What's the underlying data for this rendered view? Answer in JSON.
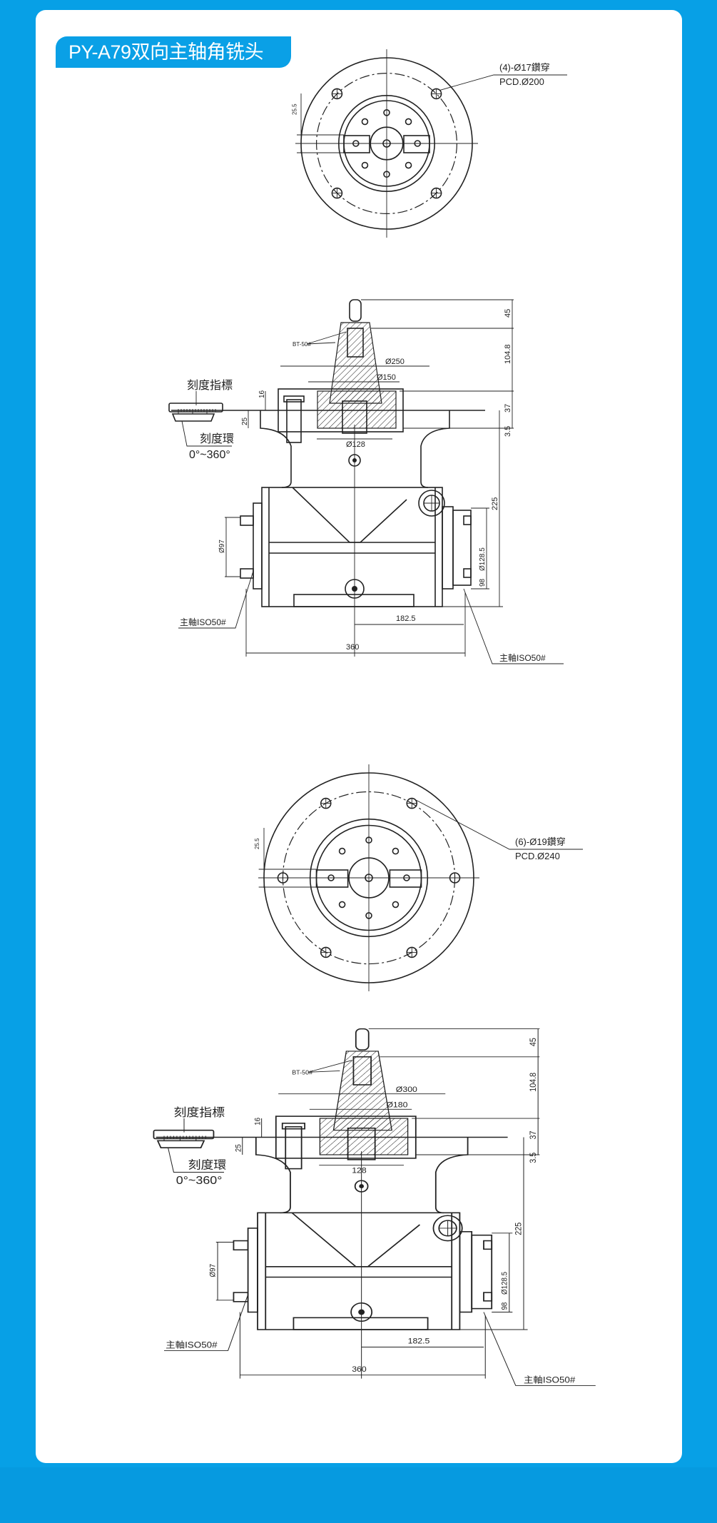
{
  "title": "PY-A79双向主轴角铣头",
  "colors": {
    "background": "#07a0e6",
    "card": "#ffffff",
    "badge": "#0aa0e6"
  },
  "plan_view_1": {
    "hole_note": "(4)-Ø17鑽穿",
    "pcd": "PCD.Ø200",
    "offset": "25.5"
  },
  "plan_view_2": {
    "hole_note": "(6)-Ø19鑽穿",
    "pcd": "PCD.Ø240",
    "offset": "25.5"
  },
  "side_view_1": {
    "holder": "BT-50#",
    "d_flange": "Ø250",
    "d_pilot": "Ø150",
    "d_bore": "Ø128",
    "h_stud": "45",
    "h_holder": "104.8",
    "h_flange": "37",
    "h_gap": "3.5",
    "h_body": "225",
    "d_spindle": "Ø128.5",
    "h_spindle": "98",
    "d_left": "Ø97",
    "w_half": "182.5",
    "w_total": "360",
    "dim16": "16",
    "dim25": "25",
    "scale_pointer": "刻度指標",
    "scale_ring": "刻度環",
    "scale_range": "0°~360°",
    "spindle_left": "主軸ISO50#",
    "spindle_right": "主軸ISO50#"
  },
  "side_view_2": {
    "holder": "BT-50#",
    "d_flange": "Ø300",
    "d_pilot": "Ø180",
    "d_bore": "128",
    "h_stud": "45",
    "h_holder": "104.8",
    "h_flange": "37",
    "h_gap": "3.5",
    "h_body": "225",
    "d_spindle": "Ø128.5",
    "h_spindle": "98",
    "d_left": "Ø97",
    "w_half": "182.5",
    "w_total": "360",
    "dim16": "16",
    "dim25": "25",
    "scale_pointer": "刻度指標",
    "scale_ring": "刻度環",
    "scale_range": "0°~360°",
    "spindle_left": "主軸ISO50#",
    "spindle_right": "主軸ISO50#"
  }
}
